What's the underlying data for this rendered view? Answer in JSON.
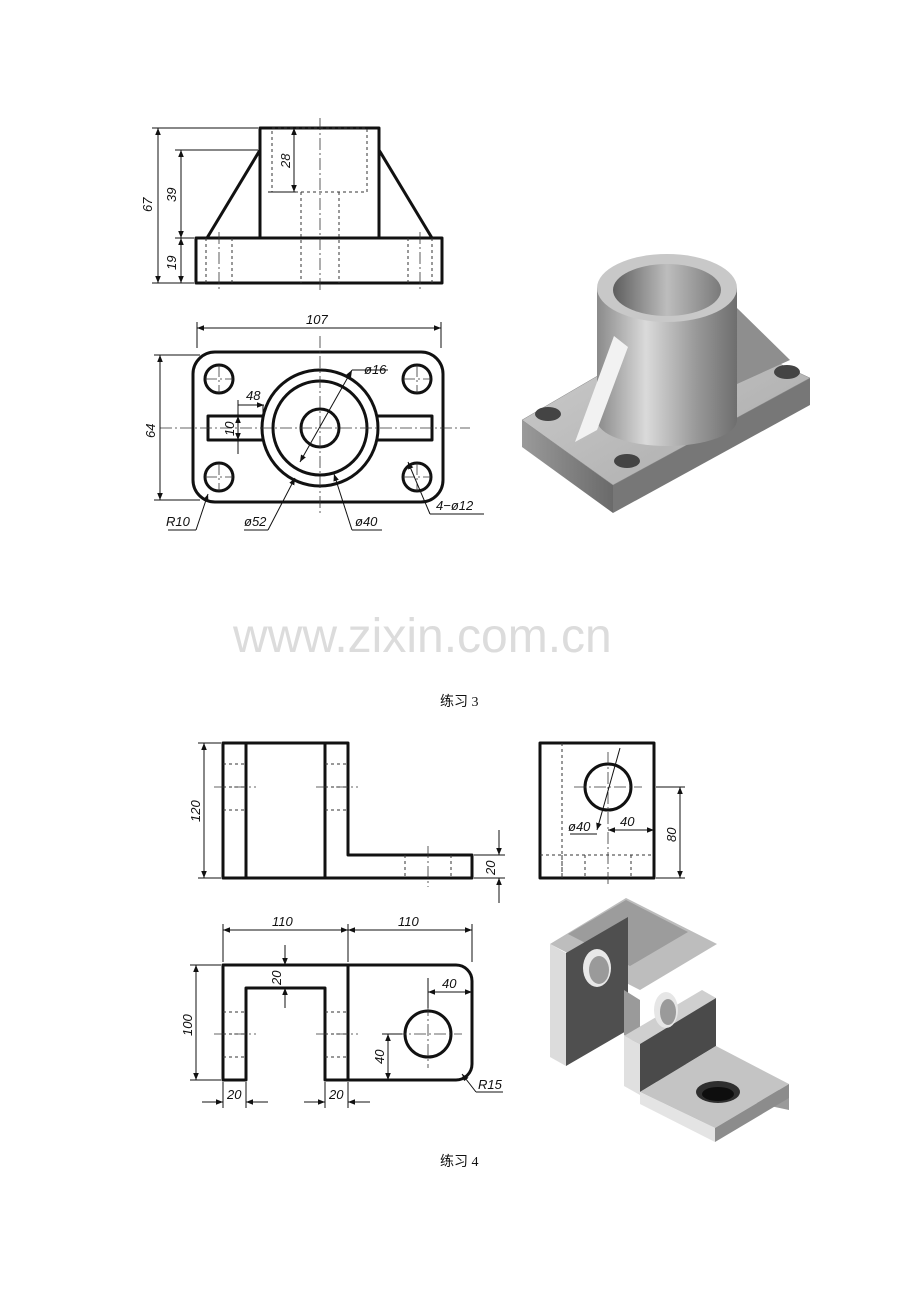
{
  "watermark": "www.zixin.com.cn",
  "exercise3": {
    "caption": "练习 3",
    "front_view": {
      "dims": [
        "67",
        "39",
        "19",
        "28"
      ]
    },
    "top_view": {
      "dims": [
        "107",
        "64",
        "48",
        "10",
        "ø16",
        "R10",
        "ø52",
        "ø40",
        "4−ø12"
      ]
    }
  },
  "exercise4": {
    "caption": "练习 4",
    "front_view": {
      "dims": [
        "120",
        "20"
      ]
    },
    "side_view": {
      "dims": [
        "ø40",
        "40",
        "80"
      ]
    },
    "top_view": {
      "dims": [
        "110",
        "110",
        "20",
        "100",
        "40",
        "40",
        "20",
        "20",
        "R15"
      ]
    }
  }
}
